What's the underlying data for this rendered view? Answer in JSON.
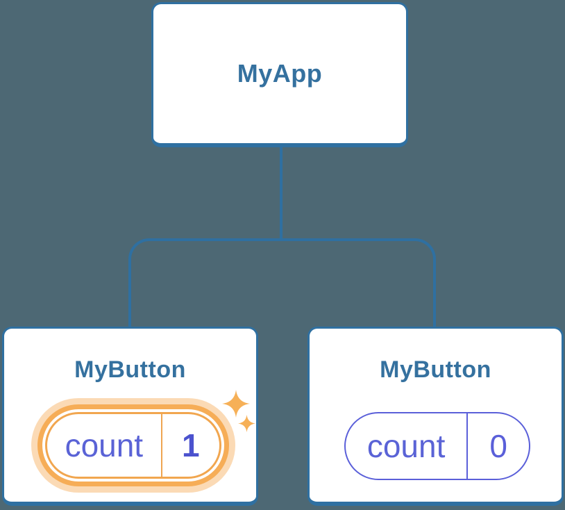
{
  "diagram": {
    "description": "Component tree with state pills",
    "background_color": "#4D6874",
    "line_color": "#2F70A1",
    "title_color": "#35719F",
    "root": {
      "label": "MyApp"
    },
    "children": [
      {
        "label": "MyButton",
        "highlighted": true,
        "accent_color": "#F6AD57",
        "state": {
          "name": "count",
          "value": "1"
        },
        "badge_icons": [
          "sparkle-icon",
          "sparkle-icon"
        ]
      },
      {
        "label": "MyButton",
        "highlighted": false,
        "accent_color": "#5A5FD9",
        "state": {
          "name": "count",
          "value": "0"
        }
      }
    ],
    "state_text_color": "#5A63D6",
    "sparkle_color": "#F6B057"
  }
}
